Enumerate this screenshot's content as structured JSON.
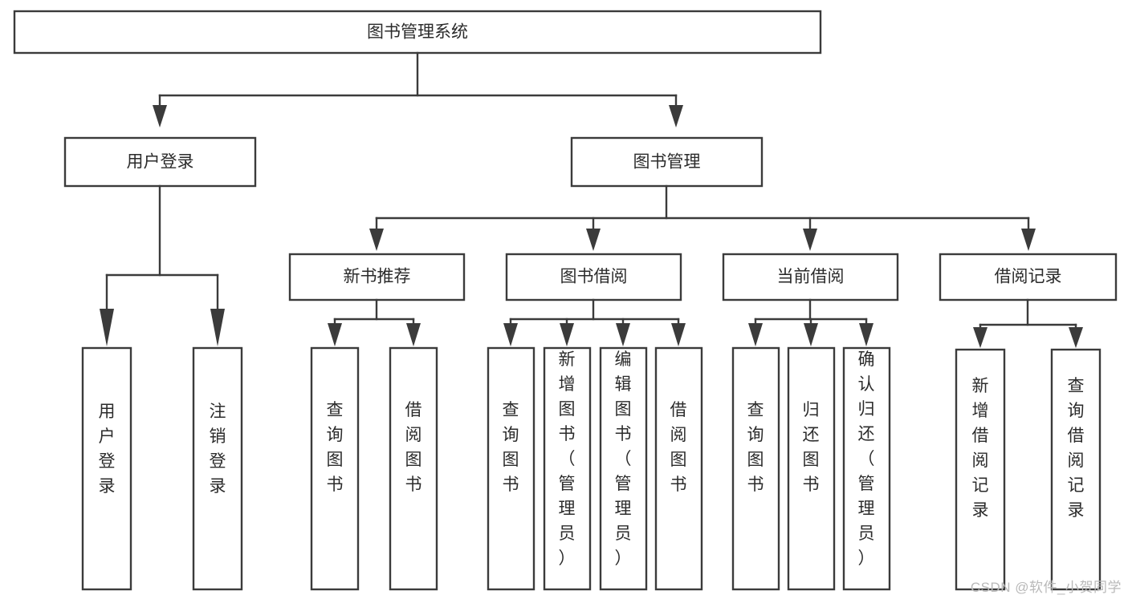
{
  "diagram": {
    "type": "tree",
    "title": "图书管理系统",
    "orientation": "top-down",
    "colors": {
      "box_stroke": "#3b3b3b",
      "box_fill": "#ffffff",
      "text": "#2b2b2b",
      "connector": "#3b3b3b",
      "watermark": "#b9b9b9",
      "background": "#ffffff"
    },
    "root": {
      "label": "图书管理系统"
    },
    "level2": [
      {
        "label": "用户登录"
      },
      {
        "label": "图书管理"
      }
    ],
    "level3": [
      {
        "label": "新书推荐"
      },
      {
        "label": "图书借阅"
      },
      {
        "label": "当前借阅"
      },
      {
        "label": "借阅记录"
      }
    ],
    "leaves_user_login": [
      {
        "label": "用户登录"
      },
      {
        "label": "注销登录"
      }
    ],
    "leaves_new_books": [
      {
        "label": "查询图书"
      },
      {
        "label": "借阅图书"
      }
    ],
    "leaves_borrow": [
      {
        "label": "查询图书"
      },
      {
        "label": "新增图书（管理员）"
      },
      {
        "label": "编辑图书（管理员）"
      },
      {
        "label": "借阅图书"
      }
    ],
    "leaves_current": [
      {
        "label": "查询图书"
      },
      {
        "label": "归还图书"
      },
      {
        "label": "确认归还（管理员）"
      }
    ],
    "leaves_records": [
      {
        "label": "新增借阅记录"
      },
      {
        "label": "查询借阅记录"
      }
    ]
  },
  "watermark": {
    "text": "CSDN @软件_小贺同学"
  }
}
